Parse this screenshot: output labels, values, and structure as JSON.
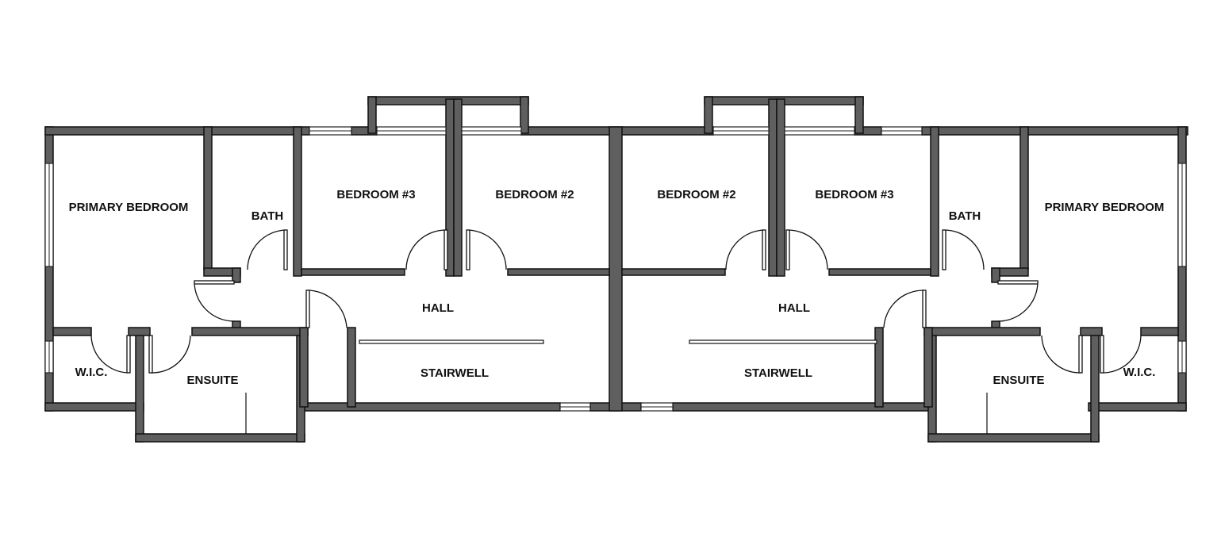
{
  "left_unit": {
    "primary_bedroom": "PRIMARY BEDROOM",
    "bath": "BATH",
    "bedroom_3": "BEDROOM #3",
    "bedroom_2": "BEDROOM #2",
    "hall": "HALL",
    "wic": "W.I.C.",
    "ensuite": "ENSUITE",
    "stairwell": "STAIRWELL"
  },
  "right_unit": {
    "bedroom_2": "BEDROOM #2",
    "bedroom_3": "BEDROOM #3",
    "bath": "BATH",
    "primary_bedroom": "PRIMARY BEDROOM",
    "hall": "HALL",
    "stairwell": "STAIRWELL",
    "ensuite": "ENSUITE",
    "wic": "W.I.C."
  },
  "colors": {
    "wall": "#5f5f5f",
    "line": "#111111",
    "background": "#ffffff"
  }
}
